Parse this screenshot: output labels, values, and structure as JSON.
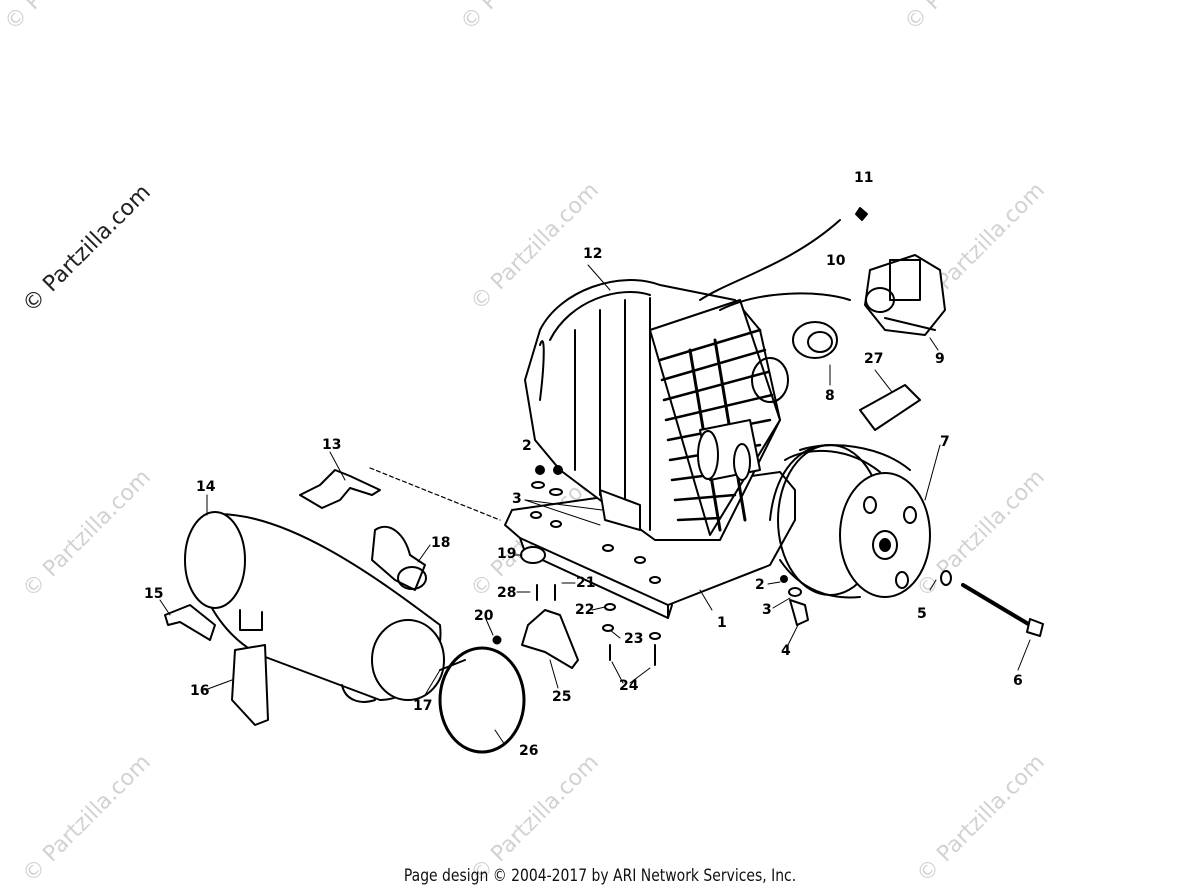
{
  "watermark": {
    "text": "© Partzilla.com"
  },
  "callouts": [
    "1",
    "2",
    "3",
    "4",
    "5",
    "6",
    "7",
    "8",
    "9",
    "10",
    "11",
    "12",
    "13",
    "14",
    "15",
    "16",
    "17",
    "18",
    "19",
    "20",
    "21",
    "22",
    "23",
    "24",
    "25",
    "26",
    "27",
    "28"
  ],
  "callouts_repeated": {
    "c2b": "2",
    "c3b": "3",
    "c3c": "3"
  },
  "footer": {
    "text": "Page design © 2004-2017 by ARI Network Services, Inc."
  }
}
